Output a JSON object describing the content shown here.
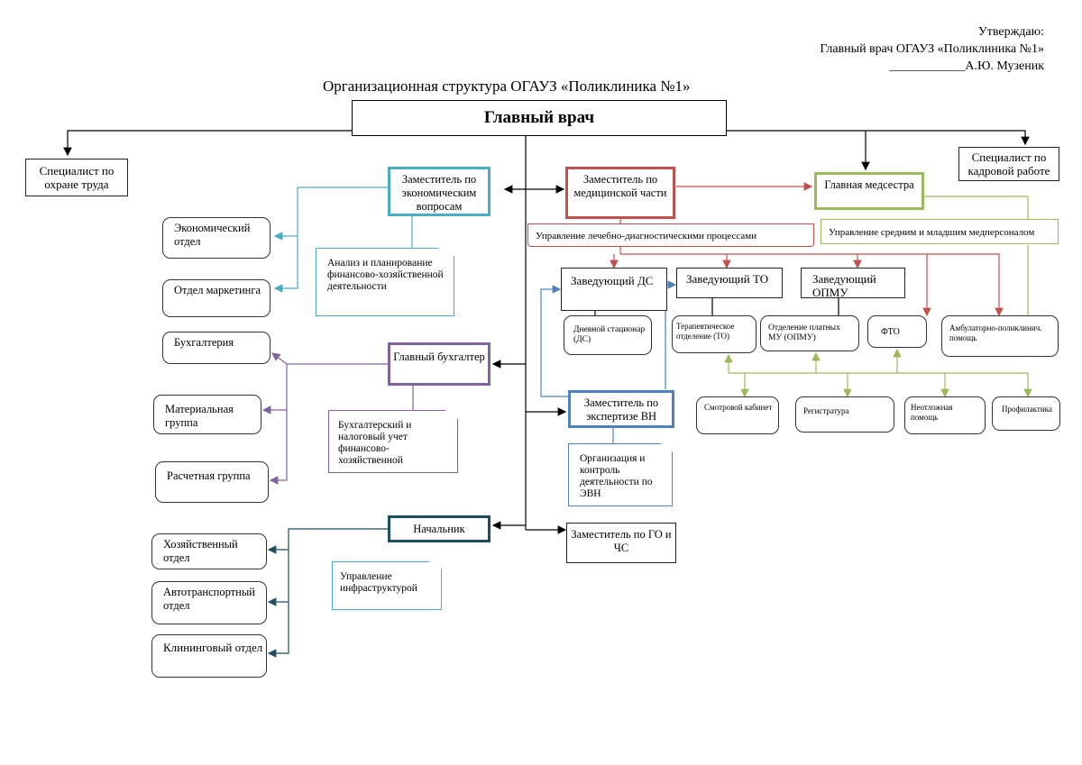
{
  "approval": {
    "line1": "Утверждаю:",
    "line2": "Главный врач ОГАУЗ «Поликлиника №1»",
    "line3": "____________А.Ю. Музеник"
  },
  "title": "Организационная структура ОГАУЗ «Поликлиника №1»",
  "head": "Главный врач",
  "colors": {
    "econ": "#4bacc6",
    "med": "#c0504d",
    "nurse": "#9bbb59",
    "acct": "#8064a2",
    "infra": "#1f4e5f",
    "expert": "#4f81bd",
    "black": "#000000"
  },
  "top": {
    "safety": "Специалист по охране труда",
    "hr": "Специалист по кадровой работе"
  },
  "econ": {
    "deputy": "Заместитель по экономическим вопросам",
    "note": "Анализ и планирование финансово-хозяйственной деятельности",
    "dept1": "Экономический отдел",
    "dept2": "Отдел маркетинга"
  },
  "acct": {
    "head": "Главный бухгалтер",
    "note": "Бухгалтерский и налоговый учет финансово-хозяйственной",
    "dept1": "Бухгалтерия",
    "dept2": "Материальная группа",
    "dept3": "Расчетная группа"
  },
  "infra": {
    "head": "Начальник",
    "note": "Управление инфраструктурой",
    "dept1": "Хозяйственный отдел",
    "dept2": "Автотранспортный отдел",
    "dept3": "Клининговый отдел"
  },
  "med": {
    "deputy": "Заместитель по медицинской части",
    "process": "Управление лечебно-диагностическими процессами",
    "ds_head": "Заведующий ДС",
    "to_head": "Заведующий ТО",
    "opmu_head": "Заведующий ОПМУ",
    "ds_unit": "Дневной стационар (ДС)",
    "to_unit": "Терапевтическое отделение (ТО)",
    "opmu_unit": "Отделение платных МУ (ОПМУ)",
    "fto": "ФТО",
    "amb": "Амбулаторно-поликлинич. помощь"
  },
  "nurse": {
    "head": "Главная медсестра",
    "mgmt": "Управление средним и младшим медперсоналом",
    "u1": "Смотровой кабинет",
    "u2": "Регистратура",
    "u3": "Неотложная помощь",
    "u4": "Профилактика"
  },
  "expert": {
    "deputy": "Заместитель по экспертизе ВН",
    "note": "Организация и контроль деятельности по ЭВН"
  },
  "civil": {
    "deputy": "Заместитель по ГО и ЧС"
  }
}
